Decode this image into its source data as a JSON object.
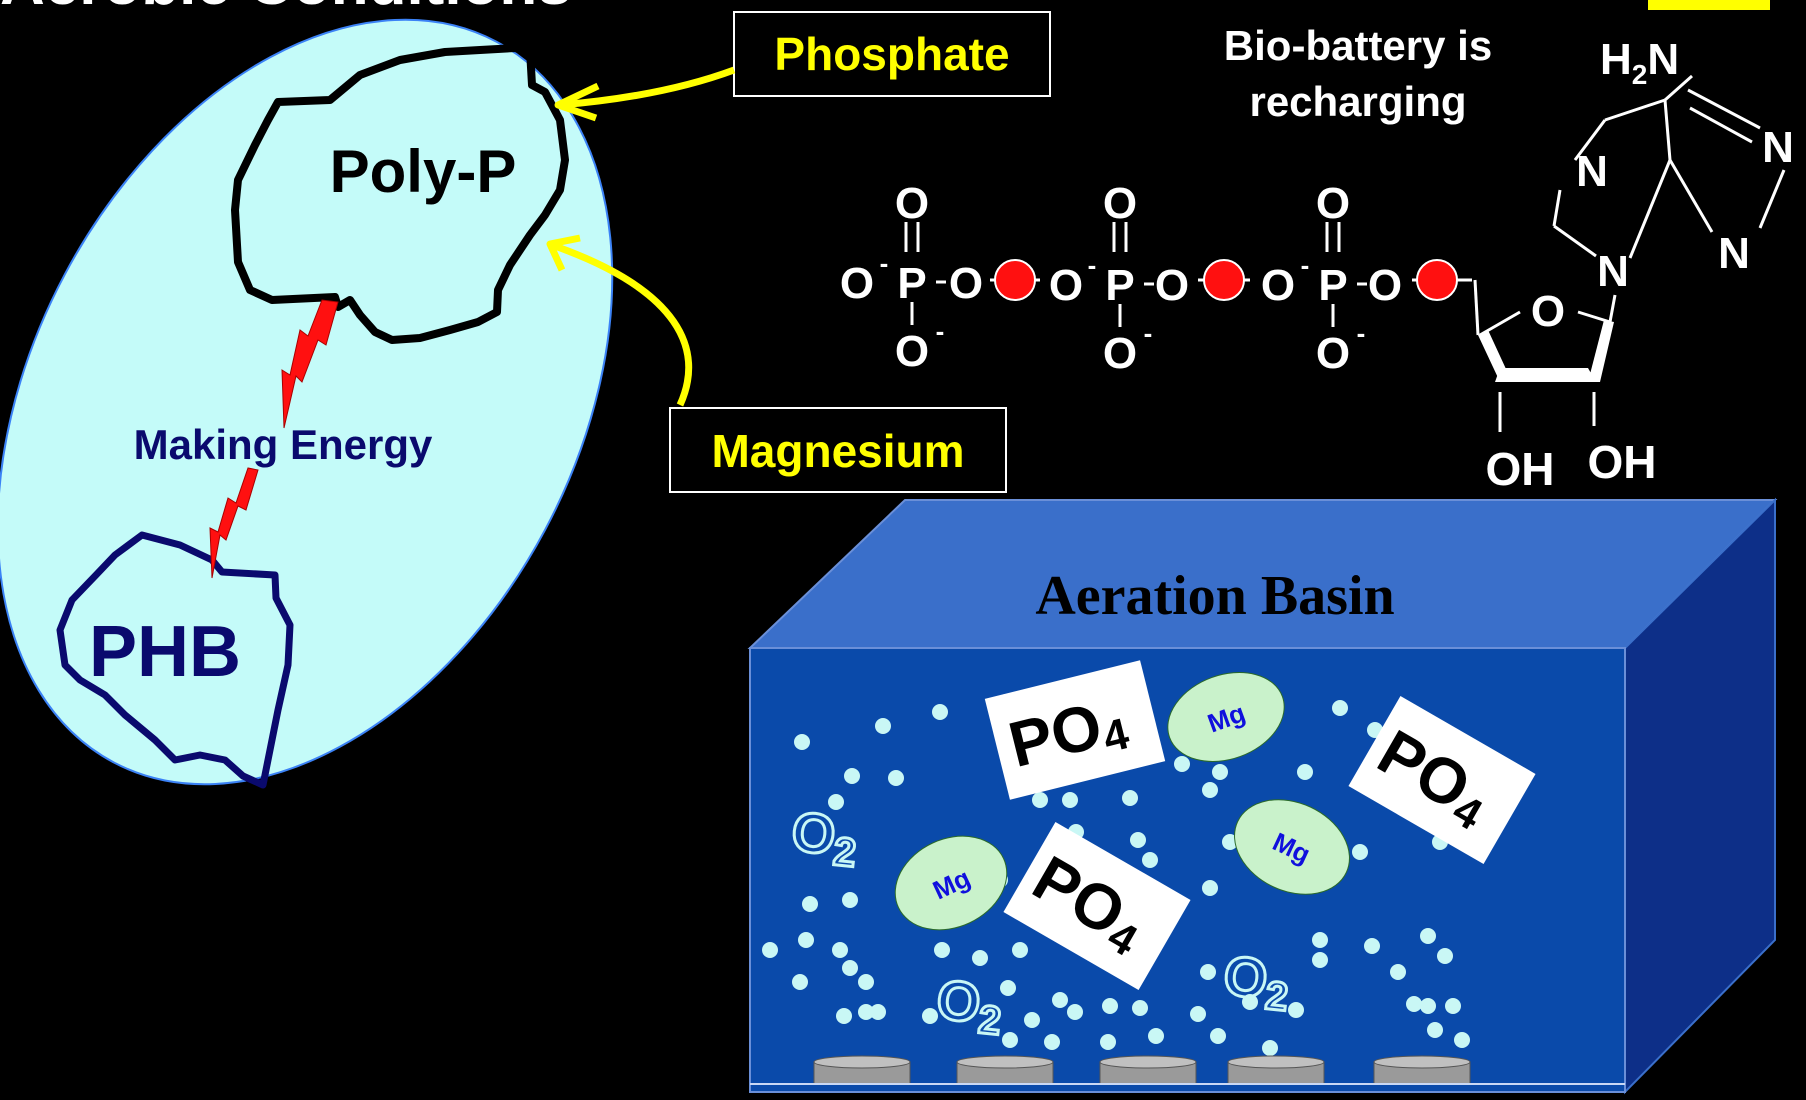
{
  "title_fragment": "Aerobic Conditions",
  "cell": {
    "polyp_label": "Poly-P",
    "phb_label": "PHB",
    "energy_label": "Making Energy",
    "colors": {
      "cell_fill": "#c4fbf9",
      "cell_edge": "#3b82f6",
      "polyp_edge": "#000000",
      "phb_edge": "#0a0a6e",
      "energy_text": "#0a0a6e",
      "bolt": "#ff1010"
    }
  },
  "callouts": {
    "phosphate": "Phosphate",
    "magnesium": "Magnesium",
    "color": "#ffff00"
  },
  "atp": {
    "caption_line1": "Bio-battery is",
    "caption_line2": "recharging",
    "phosphate_groups": [
      {
        "left": "O",
        "center": "P",
        "top": "O",
        "bottom": "O",
        "right": "O"
      },
      {
        "left": "O",
        "center": "P",
        "top": "O",
        "bottom": "O",
        "right": "O"
      },
      {
        "left": "O",
        "center": "P",
        "top": "O",
        "bottom": "O",
        "right": "O"
      }
    ],
    "charge": "-",
    "amine": {
      "h": "H",
      "sub": "2",
      "n": "N"
    },
    "ring_nitrogens": [
      "N",
      "N",
      "N",
      "N"
    ],
    "sugar_oxygen": "O",
    "hydroxyls": [
      "OH",
      "OH"
    ],
    "bond_dot_color": "#ff1010"
  },
  "basin": {
    "title": "Aeration Basin",
    "po4": {
      "main": "PO",
      "sub": "4"
    },
    "mg": "Mg",
    "o2": {
      "main": "O",
      "sub": "2"
    },
    "colors": {
      "front": "#0a4aaa",
      "top": "#3a6fca",
      "side": "#0d2f88",
      "bubble": "#c9f7f5",
      "mg_fill": "#c9f2cb",
      "mg_text": "#1010dd",
      "diffuser": "#9a9a9a"
    }
  }
}
